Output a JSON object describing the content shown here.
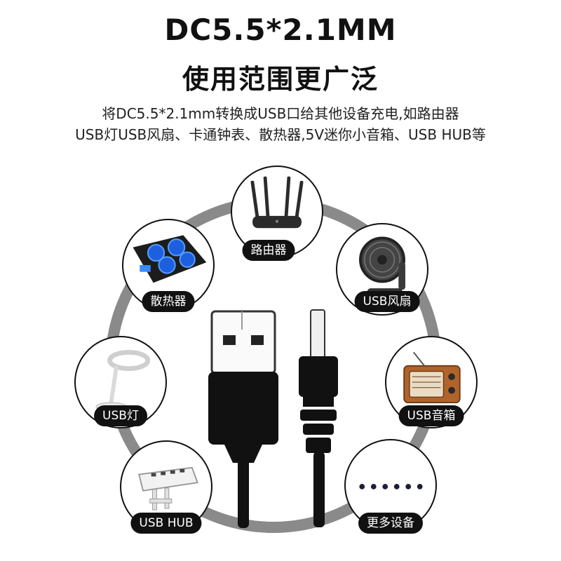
{
  "header": {
    "title": "DC5.5*2.1MM",
    "subtitle": "使用范围更广泛",
    "line1": "将DC5.5*2.1mm转换成USB口给其他设备充电,如路由器",
    "line2": "USB灯USB风扇、卡通钟表、散热器,5V迷你小音箱、USB HUB等"
  },
  "devices": [
    {
      "label": "路由器",
      "icon": "router-icon"
    },
    {
      "label": "散热器",
      "icon": "cooling-pad-icon"
    },
    {
      "label": "USB风扇",
      "icon": "usb-fan-icon"
    },
    {
      "label": "USB灯",
      "icon": "usb-lamp-icon"
    },
    {
      "label": "USB音箱",
      "icon": "usb-speaker-icon"
    },
    {
      "label": "USB HUB",
      "icon": "usb-hub-icon"
    },
    {
      "label": "更多设备",
      "icon": "more-dots-icon"
    }
  ],
  "colors": {
    "accent": "#111111",
    "ring": "#8a8a8a",
    "cooler_glow": "#2a7bff",
    "speaker_wood": "#b0642c"
  }
}
